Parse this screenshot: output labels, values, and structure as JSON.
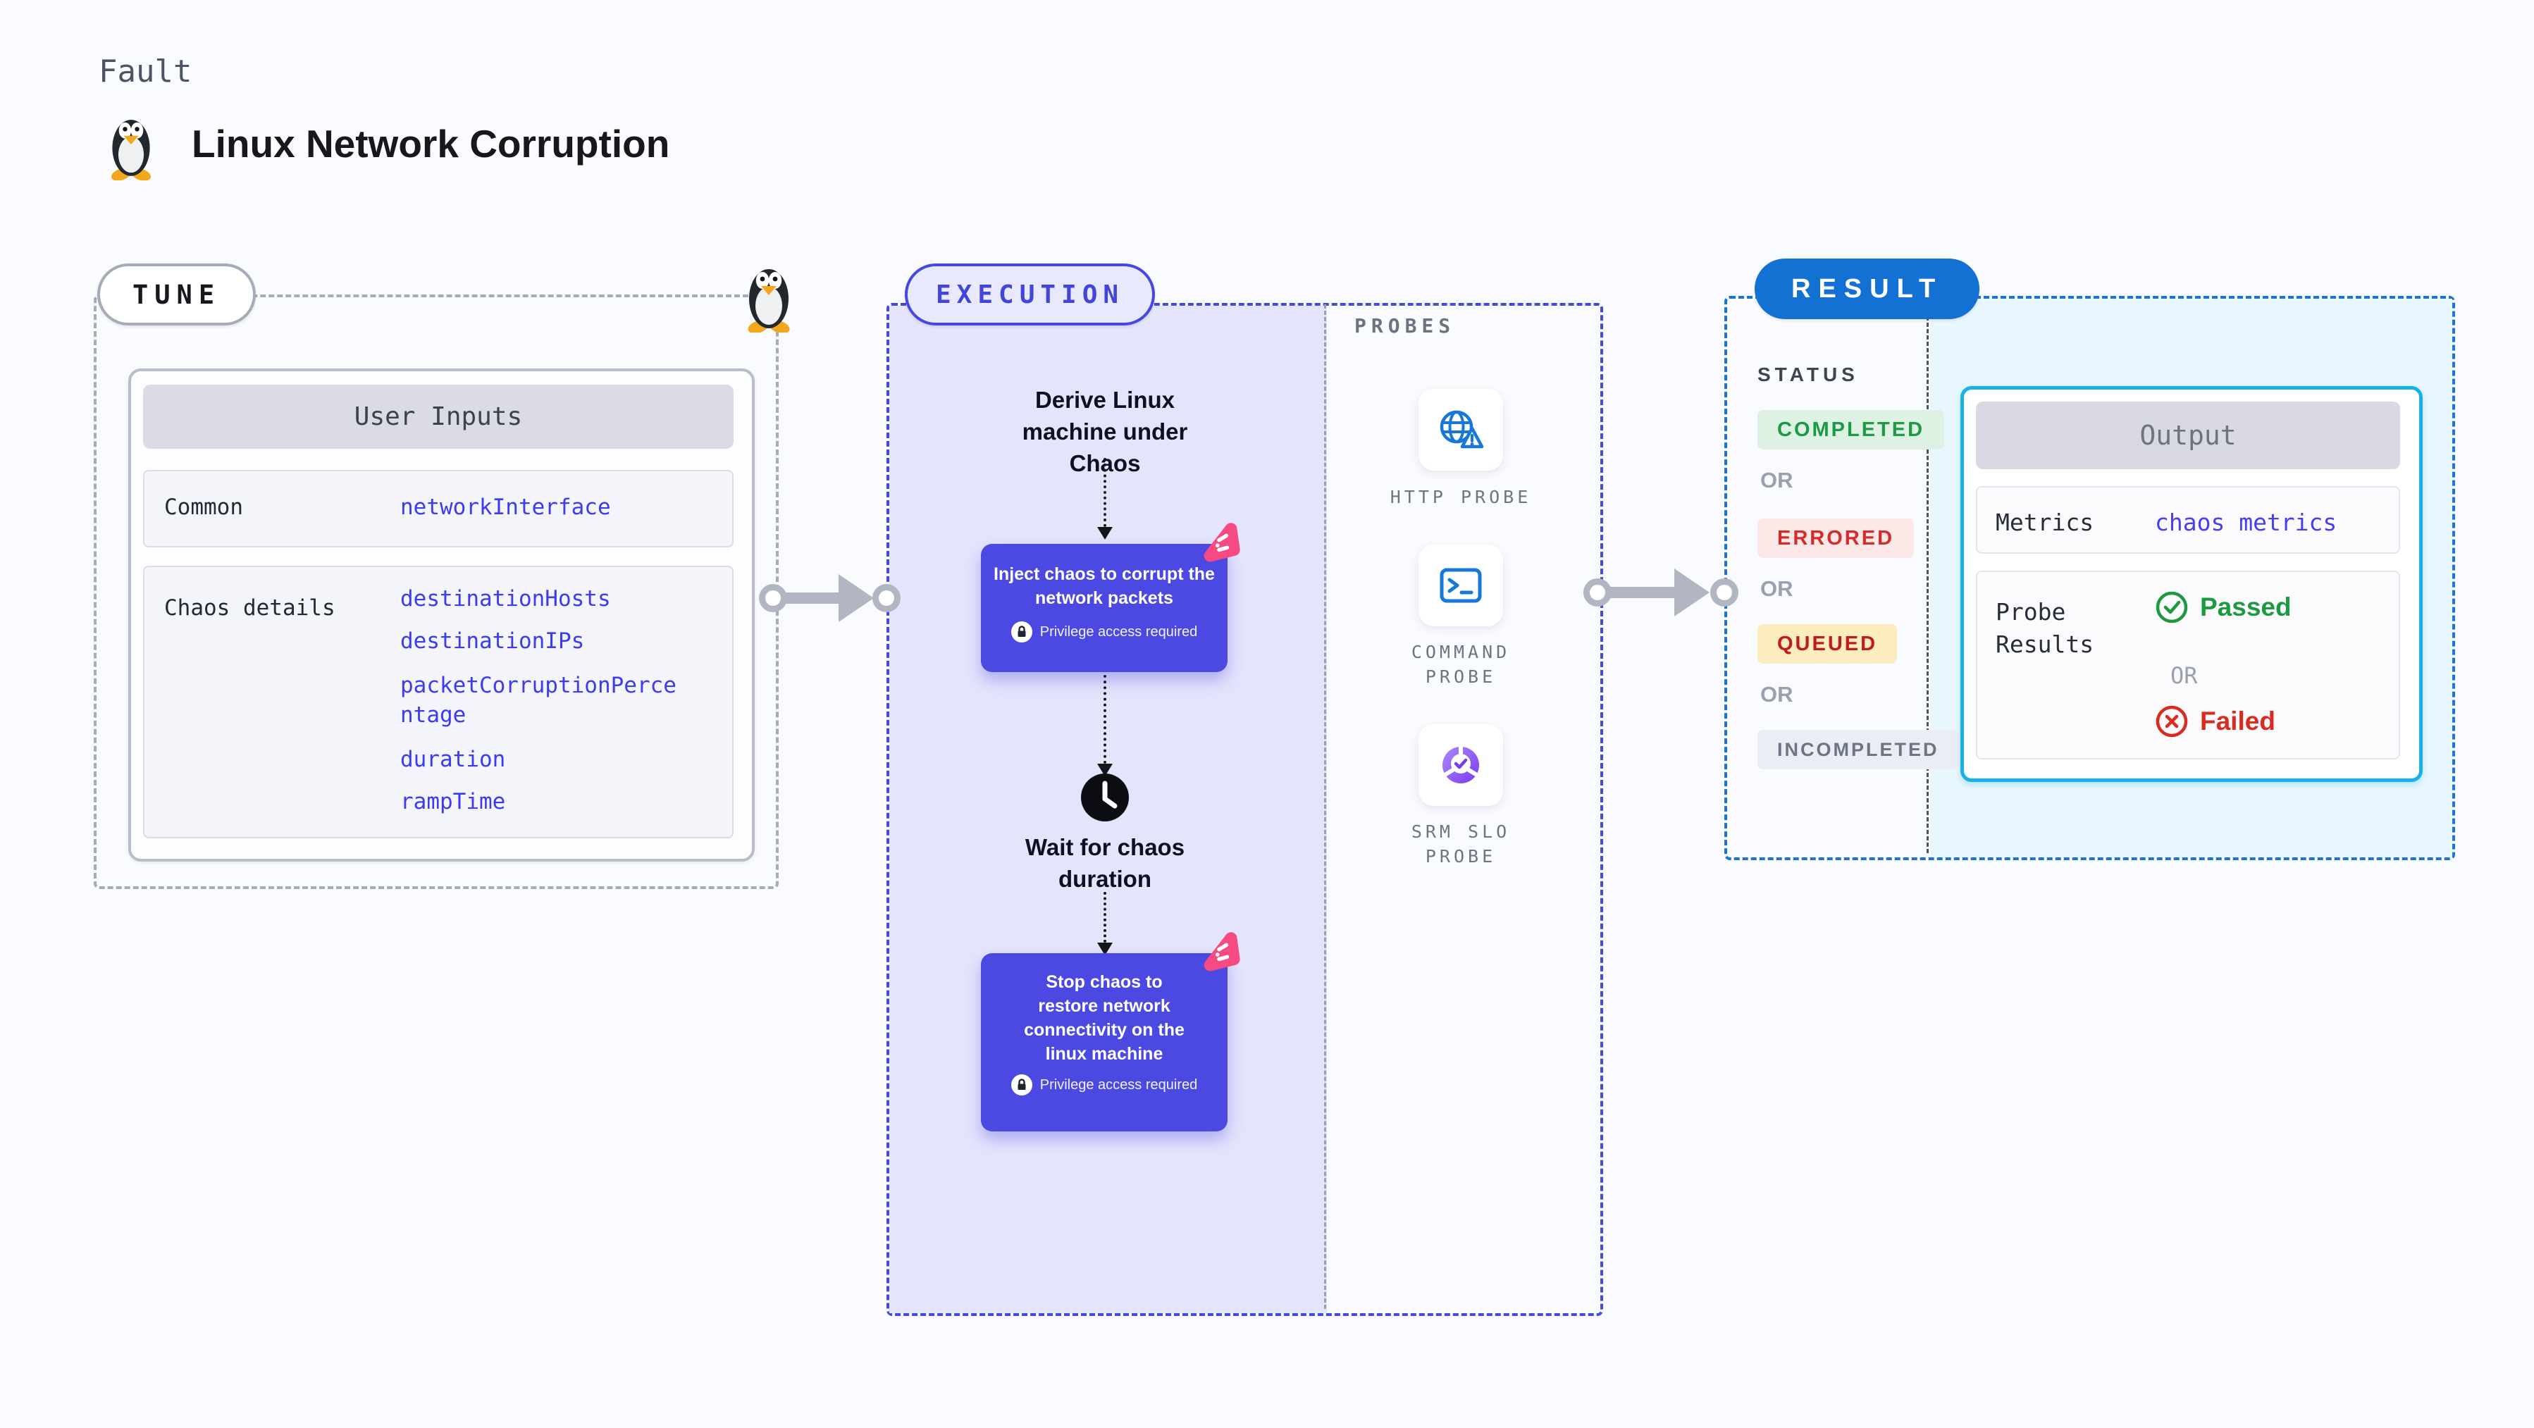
{
  "page": {
    "kicker": "Fault",
    "title": "Linux Network Corruption"
  },
  "tune": {
    "pill": "TUNE",
    "table": {
      "header": "User Inputs",
      "rows": [
        {
          "label": "Common",
          "values": [
            "networkInterface"
          ]
        },
        {
          "label": "Chaos details",
          "values": [
            "destinationHosts",
            "destinationIPs",
            "packetCorruptionPercentage",
            "duration",
            "rampTime"
          ]
        }
      ]
    }
  },
  "execution": {
    "pill": "EXECUTION",
    "steps": {
      "derive": "Derive Linux machine under Chaos",
      "inject": "Inject chaos to corrupt the network packets",
      "inject_privilege": "Privilege access required",
      "wait": "Wait for chaos duration",
      "stop": "Stop chaos to restore network connectivity on the linux machine",
      "stop_privilege": "Privilege access required"
    }
  },
  "probes": {
    "label": "PROBES",
    "items": [
      {
        "label": "HTTP PROBE",
        "icon": "globe-warning-icon"
      },
      {
        "label": "COMMAND PROBE",
        "icon": "terminal-icon"
      },
      {
        "label": "SRM SLO PROBE",
        "icon": "slo-donut-check-icon"
      }
    ]
  },
  "result": {
    "pill": "RESULT",
    "status_label": "STATUS",
    "or": "OR",
    "statuses": [
      {
        "label": "COMPLETED",
        "color": "#1d9a47",
        "bg": "#def2e4"
      },
      {
        "label": "ERRORED",
        "color": "#d22d2d",
        "bg": "#fde8e8"
      },
      {
        "label": "QUEUED",
        "color": "#c11b1b",
        "bg": "#fbedbe"
      },
      {
        "label": "INCOMPLETED",
        "color": "#6d7585",
        "bg": "#ebedf4"
      }
    ],
    "output": {
      "header": "Output",
      "metrics_label": "Metrics",
      "metrics_value": "chaos metrics",
      "probe_results_label": "Probe Results",
      "passed": "Passed",
      "or": "OR",
      "failed": "Failed",
      "passed_color": "#1d9a3f",
      "failed_color": "#da2b20"
    }
  },
  "colors": {
    "execution_accent": "#4649df",
    "execution_fill": "#e4e4fc",
    "result_accent": "#1b74d3",
    "result_fill": "#e8f6fd",
    "node_fill": "#4c49e3",
    "value_text": "#3d3bf0",
    "arrow_grey": "#b2b6c3",
    "chaos_badge_pink": "#f64a82"
  }
}
